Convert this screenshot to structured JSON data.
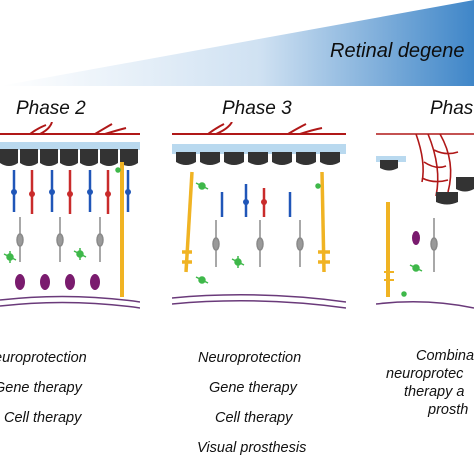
{
  "banner": {
    "label": "Retinal degene"
  },
  "phases": [
    {
      "title": "Phase 2",
      "therapies": [
        "europrotection",
        "Gene therapy",
        "Cell therapy"
      ]
    },
    {
      "title": "Phase 3",
      "therapies": [
        "Neuroprotection",
        "Gene therapy",
        "Cell therapy",
        "Visual prosthesis"
      ]
    },
    {
      "title": "Phas",
      "therapies": [
        "Combina",
        "neuroprotec",
        "therapy a",
        "prosth"
      ]
    }
  ],
  "colors": {
    "gradient_end": "#3f86c8",
    "vessel": "#b01818",
    "rpe": "#333333",
    "bruch": "#b9d9ef",
    "rod": "#2056b8",
    "cone": "#c92b2b",
    "muller": "#f0b323",
    "ganglion": "#7a1b6e",
    "microglia": "#3fb84a",
    "bipolar": "#8a8a8a"
  }
}
